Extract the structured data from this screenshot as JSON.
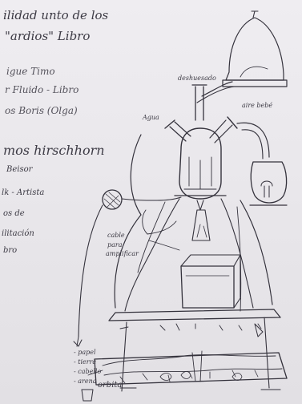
{
  "notes": {
    "title_line1": "ilidad unto de los",
    "title_line2": "\"ardios\" Libro",
    "list_item1": "igue Timo",
    "list_item2": "r Fluido - Libro",
    "list_item3": "os Boris (Olga)",
    "heading": "mos hirschhorn",
    "left_item1": "Beisor",
    "left_item2": "lk - Artista",
    "left_item3": "os de",
    "left_item4": "ilitación",
    "left_item5": "bro"
  },
  "drawing_labels": {
    "top_flask": "deshuesado",
    "agua": "Agua",
    "aire_bebe": "aire bebé",
    "cable": "cable",
    "cable2": "para",
    "cable3": "amplificar",
    "bottom_list1": "- papel",
    "bottom_list2": "- tierra",
    "bottom_list3": "- cabello",
    "bottom_list4": "- arena",
    "bottom_word": "orbita"
  }
}
